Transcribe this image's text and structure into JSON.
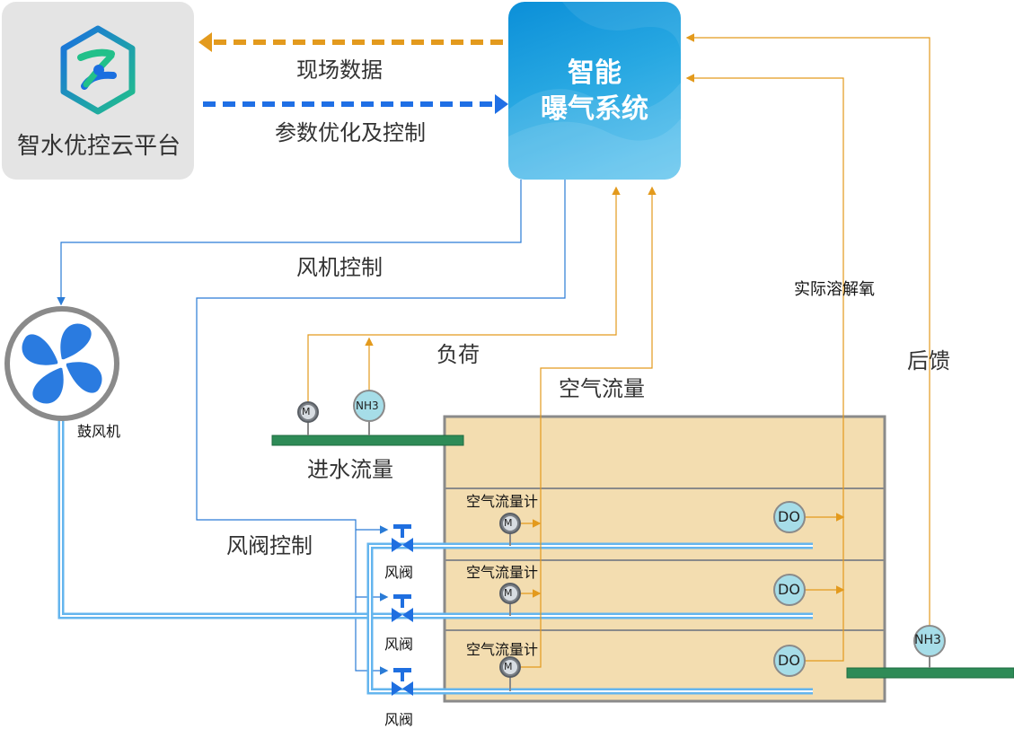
{
  "platform": {
    "title": "智水优控云平台",
    "logo_icon": "cloud-platform-logo-icon"
  },
  "ai_system": {
    "title_line1": "智能",
    "title_line2": "曝气系统"
  },
  "links": {
    "field_data": "现场数据",
    "param_opt": "参数优化及控制"
  },
  "labels": {
    "fan_control": "风机控制",
    "blower": "鼓风机",
    "load": "负荷",
    "air_flow": "空气流量",
    "inflow": "进水流量",
    "valve_control": "风阀控制",
    "actual_do": "实际溶解氧",
    "feedback": "后馈"
  },
  "instruments": {
    "meter": "M",
    "nh3": "NH3",
    "do": "DO"
  },
  "zones": [
    {
      "flowmeter_label": "空气流量计",
      "valve_label": "风阀"
    },
    {
      "flowmeter_label": "空气流量计",
      "valve_label": "风阀"
    },
    {
      "flowmeter_label": "空气流量计",
      "valve_label": "风阀"
    }
  ],
  "colors": {
    "orange": "#e39a1d",
    "blue_line": "#2a7bd6",
    "pipe_blue": "#64b5ee",
    "tank": "#f3ddb0",
    "tank_border": "#8a8a8a",
    "green_pipe": "#2e8b57"
  }
}
